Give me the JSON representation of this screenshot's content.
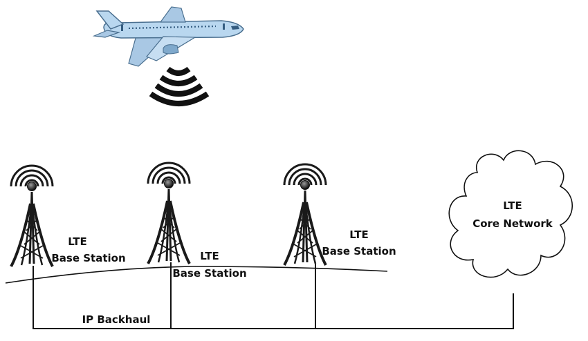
{
  "aircraft": {
    "icon": "airplane-icon",
    "signal_icon": "wireless-signal-icon"
  },
  "stations": [
    {
      "line1": "LTE",
      "line2": "Base Station"
    },
    {
      "line1": "LTE",
      "line2": "Base Station"
    },
    {
      "line1": "LTE",
      "line2": "Base Station"
    }
  ],
  "core": {
    "line1": "LTE",
    "line2": "Core Network"
  },
  "backhaul": {
    "label": "IP Backhaul"
  },
  "colors": {
    "aircraft_body": "#b9d7ef",
    "aircraft_outline": "#4a6f8f",
    "line": "#111111",
    "tower": "#1a1a1a"
  }
}
